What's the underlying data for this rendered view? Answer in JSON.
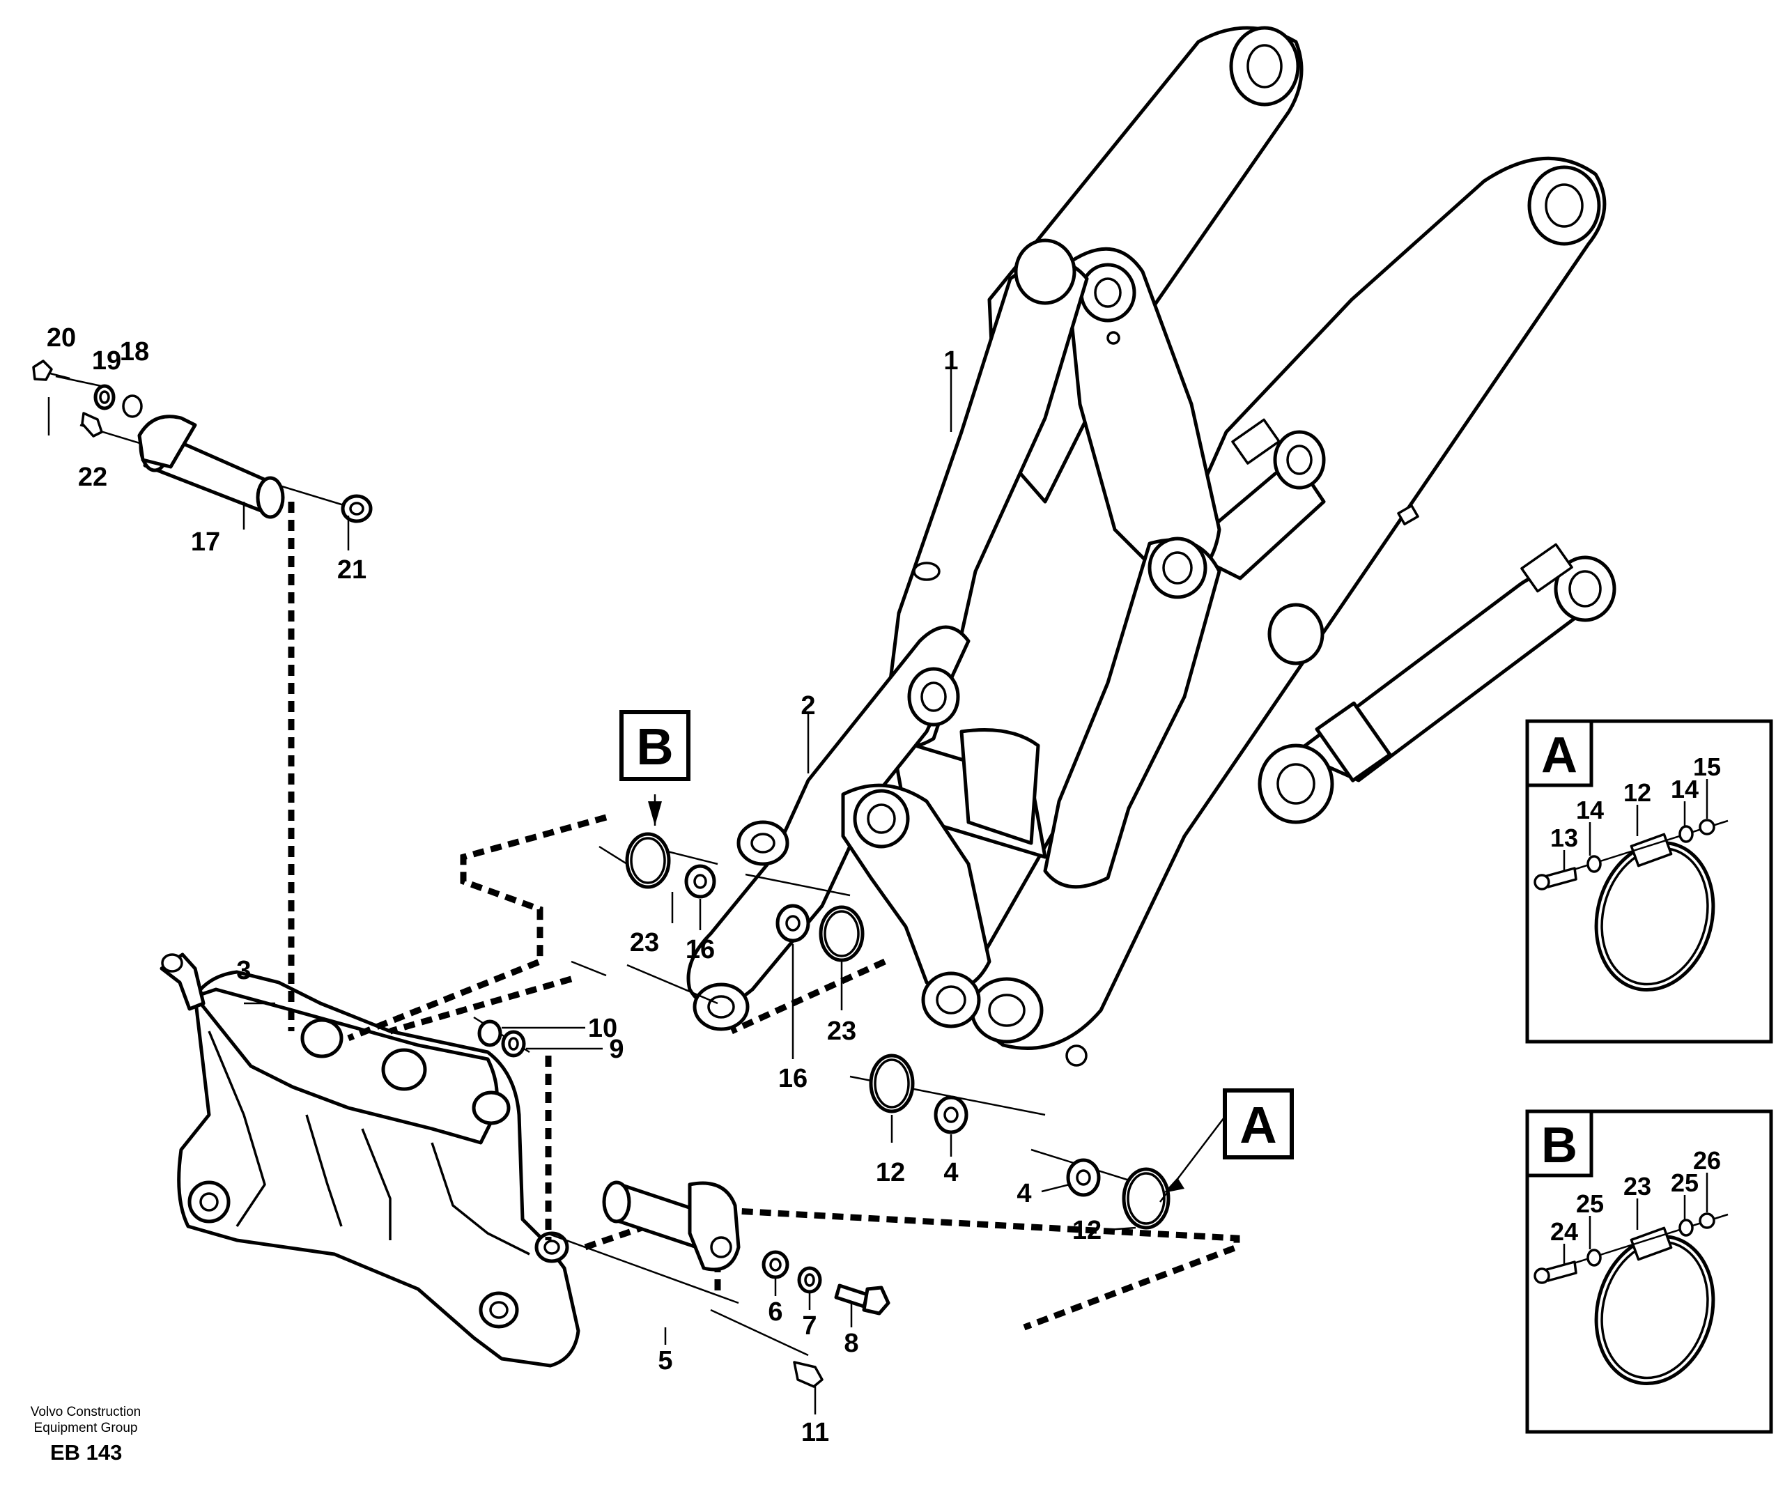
{
  "footer": {
    "company_line1": "Volvo Construction",
    "company_line2": "Equipment Group",
    "code": "EB 143"
  },
  "callouts": {
    "A": "A",
    "B": "B"
  },
  "insets": {
    "A": {
      "letter": "A",
      "labels": [
        "13",
        "14",
        "12",
        "14",
        "15"
      ]
    },
    "B": {
      "letter": "B",
      "labels": [
        "24",
        "25",
        "23",
        "25",
        "26"
      ]
    }
  },
  "part_labels": [
    "1",
    "2",
    "3",
    "4",
    "4",
    "5",
    "6",
    "7",
    "8",
    "9",
    "10",
    "11",
    "12",
    "12",
    "16",
    "16",
    "17",
    "18",
    "19",
    "20",
    "21",
    "22",
    "23",
    "23"
  ]
}
